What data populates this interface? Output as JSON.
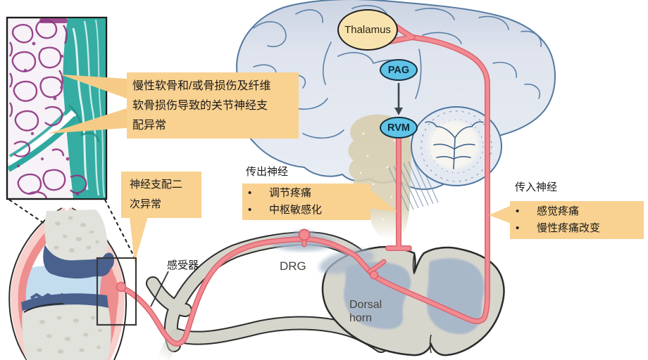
{
  "nodes": {
    "thalamus": "Thalamus",
    "pag": "PAG",
    "rvm": "RVM"
  },
  "anatomy_labels": {
    "drg": "DRG",
    "dorsal_horn_line1": "Dorsal",
    "dorsal_horn_line2": "horn",
    "receptor": "感受器"
  },
  "callouts": {
    "innervation_box": {
      "line1": "慢性软骨和/或骨损伤及纤维",
      "line2": "软骨损伤导致的关节神经支",
      "line3": "配异常"
    },
    "secondary_box": {
      "line1": "神经支配二",
      "line2": "次异常"
    },
    "efferent": {
      "title": "传出神经",
      "bullet_char": "•",
      "bullet1": "调节疼痛",
      "bullet2": "中枢敏感化"
    },
    "afferent": {
      "title": "传入神经",
      "bullet_char": "•",
      "bullet1": "感觉疼痛",
      "bullet2": "慢性疼痛改变"
    }
  },
  "colors": {
    "callout_bg": "#F9D190",
    "nerve_pink": "#F28B91",
    "nerve_pink_edge": "#DB6570",
    "node_blue": "#5FC3E8",
    "thalamus_yellow": "#F8E3AF",
    "gray_matter_blue": "#A9B8C9",
    "nerve_sheath_gray": "#D6D5CC",
    "brain_fill": "#E4E9F1",
    "brain_outline": "#54799F",
    "brainstem_tan": "#D8CFB2",
    "histology_teal": "#2FA9A0",
    "histology_purple": "#8E3380",
    "cartilage_blue": "#4A618E",
    "joint_space_blue": "#C3DDEF",
    "synovium_pink": "#EF8E8E",
    "synovium_light": "#F8CFCB"
  }
}
